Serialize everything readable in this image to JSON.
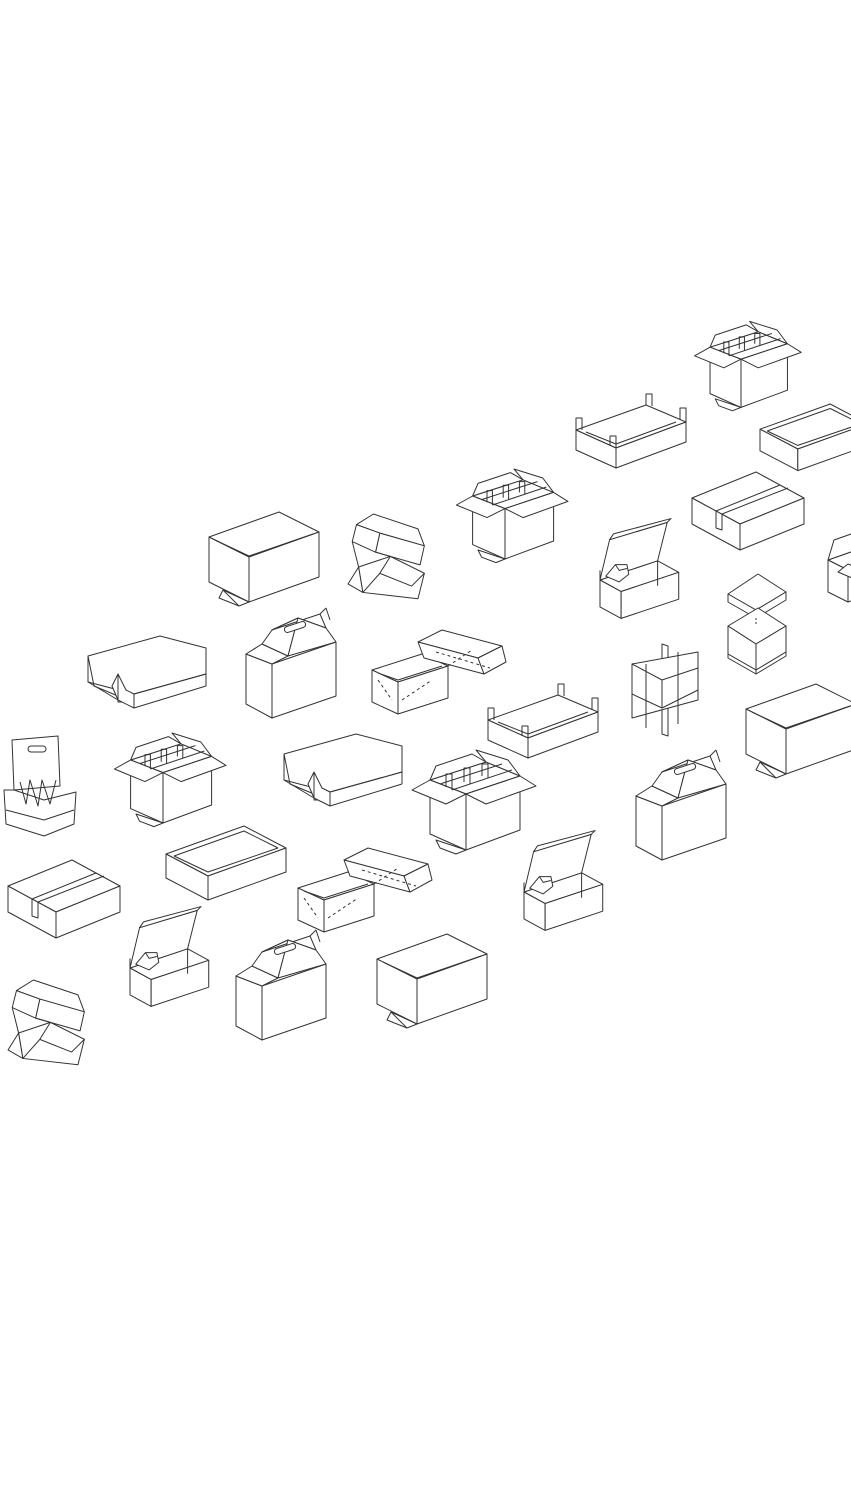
{
  "illustration": {
    "subject": "",
    "line_color": "#333333",
    "background_color": "#ffffff",
    "items": [
      {
        "kind": "wine-divider-box"
      },
      {
        "kind": "open-tray"
      },
      {
        "kind": "open-tray"
      },
      {
        "kind": "wine-divider-box"
      },
      {
        "kind": "sleeve-box"
      },
      {
        "kind": "mailer-box"
      },
      {
        "kind": "open-box-flaps-down"
      },
      {
        "kind": "auto-lock-box"
      },
      {
        "kind": "tray-with-lid"
      },
      {
        "kind": "gable-handle-box"
      },
      {
        "kind": "slotted-display-tray"
      },
      {
        "kind": "stacked-trays"
      },
      {
        "kind": "open-tray"
      },
      {
        "kind": "cross-divider-insert"
      },
      {
        "kind": "mailer-box"
      },
      {
        "kind": "sleeve-box"
      },
      {
        "kind": "tray-with-lid"
      },
      {
        "kind": "display-stand"
      },
      {
        "kind": "open-box-flaps-down"
      },
      {
        "kind": "bottle-carrier"
      },
      {
        "kind": "wine-divider-box"
      },
      {
        "kind": "display-stand"
      },
      {
        "kind": "folding-carton-open"
      },
      {
        "kind": "gable-handle-box"
      },
      {
        "kind": "open-tray"
      },
      {
        "kind": "mailer-box"
      },
      {
        "kind": "sleeve-box"
      },
      {
        "kind": "tray-with-lid"
      },
      {
        "kind": "mailer-box"
      },
      {
        "kind": "gable-handle-box"
      },
      {
        "kind": "open-box-flaps-down"
      },
      {
        "kind": "auto-lock-box"
      },
      {
        "kind": "open-box-flaps-down"
      }
    ]
  }
}
